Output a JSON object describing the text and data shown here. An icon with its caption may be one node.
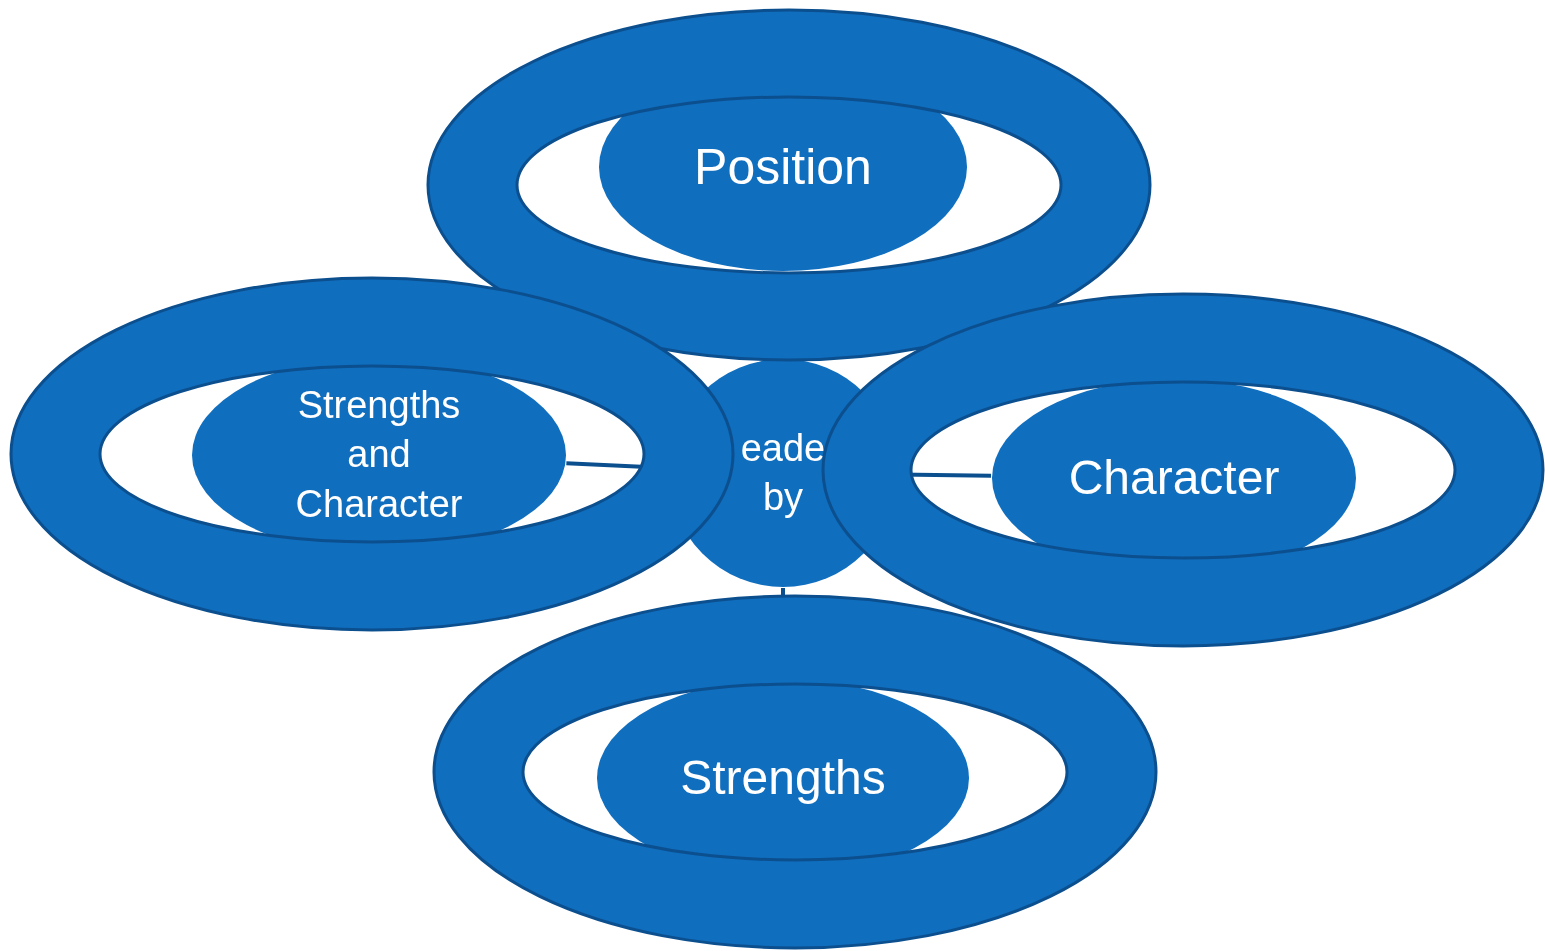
{
  "diagram": {
    "nodes": [
      {
        "text": [],
        "shape": "circle"
      },
      {
        "text": [
          "Position"
        ],
        "in": 0
      },
      {
        "text": [],
        "shape": "circle"
      },
      {
        "text": [
          "Strengths and Character"
        ],
        "in": 2
      },
      {
        "text": [
          "eade by"
        ]
      },
      {
        "text": [],
        "shape": "circle"
      },
      {
        "text": [
          "Character"
        ],
        "in": 5
      },
      {
        "text": [],
        "shape": "circle"
      },
      {
        "text": [
          "Strengths"
        ],
        "in": 7
      }
    ],
    "edges": [
      {
        "from": 4,
        "to": 3,
        "arrow": "none"
      },
      {
        "from": 4,
        "to": 6,
        "arrow": "none"
      },
      {
        "from": 4,
        "to": 8,
        "arrow": "none"
      }
    ]
  }
}
